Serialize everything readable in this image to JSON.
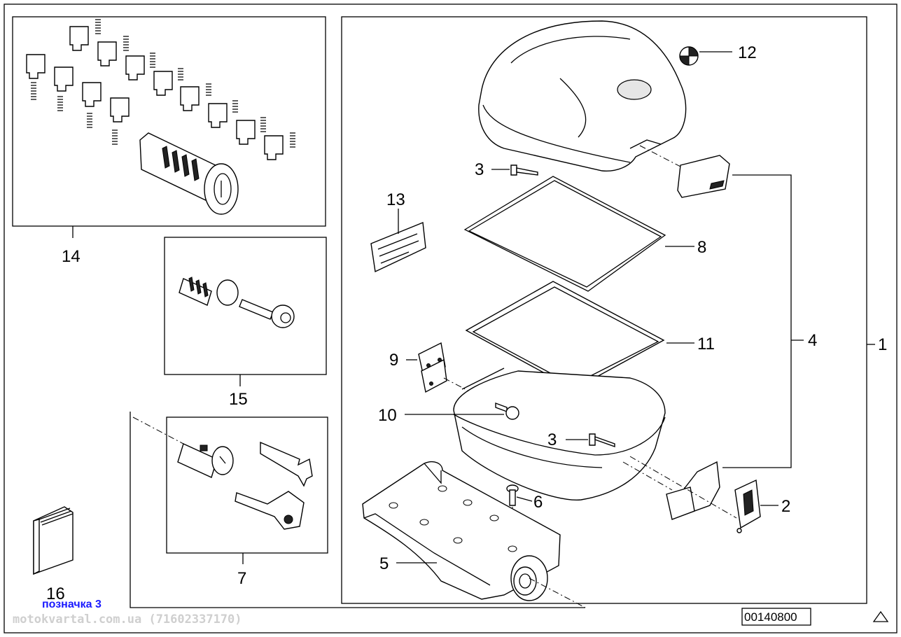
{
  "diagram": {
    "title": "Topcase parts diagram",
    "callouts": {
      "p1": "1",
      "p2": "2",
      "p3a": "3",
      "p3b": "3",
      "p4": "4",
      "p5": "5",
      "p6": "6",
      "p7": "7",
      "p8": "8",
      "p9": "9",
      "p10": "10",
      "p11": "11",
      "p12": "12",
      "p13": "13",
      "p14": "14",
      "p15": "15",
      "p16": "16"
    },
    "note_label": "позначка 3",
    "watermark": "motokvartal.com.ua (71602337170)",
    "drawing_code": "00140800"
  }
}
